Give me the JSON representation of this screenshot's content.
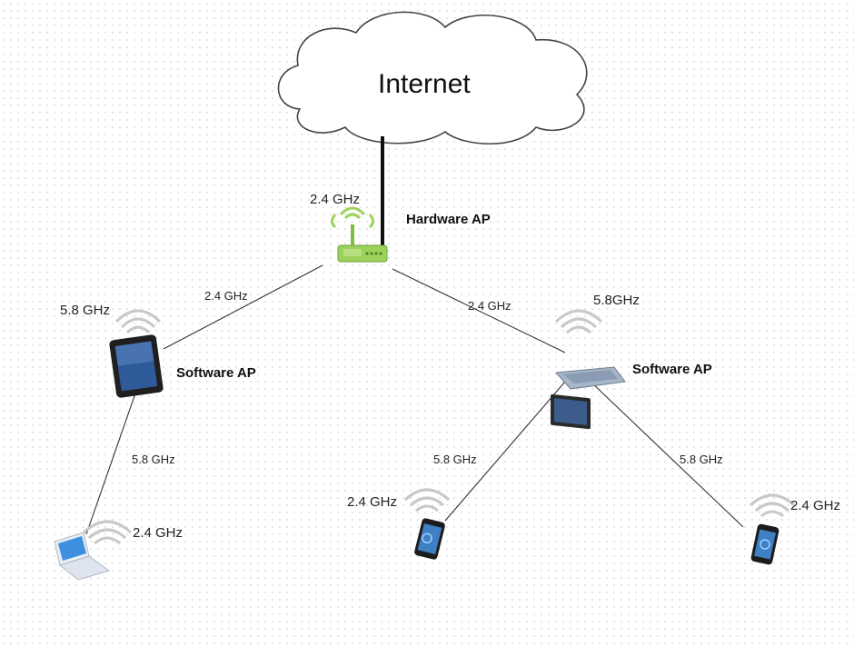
{
  "internet": {
    "label": "Internet"
  },
  "hardware_ap": {
    "name": "Hardware AP",
    "frequency": "2.4 GHz"
  },
  "software_ap_left": {
    "name": "Software AP",
    "frequency": "5.8 GHz"
  },
  "software_ap_right": {
    "name": "Software AP",
    "frequency": "5.8GHz"
  },
  "links": {
    "hw_to_tablet": "2.4 GHz",
    "hw_to_laptop": "2.4 GHz",
    "tablet_to_laptop": "5.8 GHz",
    "laptop_to_phone_mid": "5.8 GHz",
    "laptop_to_phone_right": "5.8 GHz"
  },
  "clients": {
    "laptop_client": {
      "frequency": "2.4 GHz"
    },
    "phone_mid": {
      "frequency": "2.4 GHz"
    },
    "phone_right": {
      "frequency": "2.4 GHz"
    }
  },
  "colors": {
    "router": "#9bd25b",
    "device_screen": "#2f5a9a",
    "link": "#333333",
    "wifi": "#c8c8c8"
  }
}
